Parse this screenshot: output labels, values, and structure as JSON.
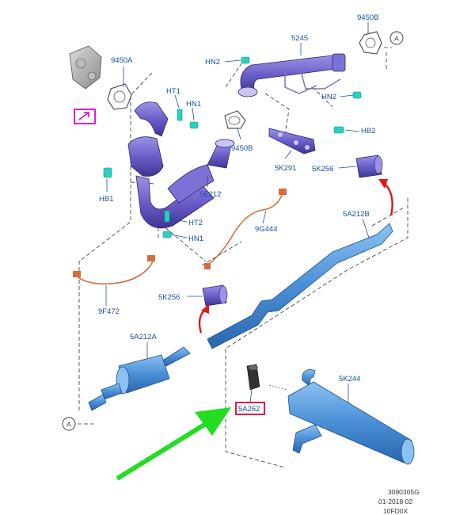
{
  "labels": {
    "p9450A": "9450A",
    "p9450B_top": "9450B",
    "p5245": "5245",
    "pHN2_left": "HN2",
    "pHN2_right": "HN2",
    "pHT1": "HT1",
    "pHN1_top": "HN1",
    "p9450B_mid": "9450B",
    "pHB2": "HB2",
    "p5K291": "5K291",
    "p5K256_top": "5K256",
    "pHB1": "HB1",
    "p5E212": "5E212",
    "pHT2": "HT2",
    "pHN1_bottom": "HN1",
    "p9G444": "9G444",
    "p5A212B": "5A212B",
    "p9F472": "9F472",
    "p5K256_bottom": "5K256",
    "p5A212A": "5A212A",
    "p5K244": "5K244",
    "p5A262": "5A262",
    "refA_top": "A",
    "refA_bottom": "A"
  },
  "footer": {
    "line1": "3090305G",
    "line2": "01-2018 02",
    "line3": "10FD0X"
  },
  "colors": {
    "label": "#1a4fa0",
    "highlight_box": "#e0003a",
    "magenta_icon": "#e020c8",
    "arrow_green": "#22dd22",
    "arrow_red": "#e01818",
    "pipe_purple": "#6a5fc9",
    "pipe_blue": "#4a8fd6",
    "fastener_teal": "#2ad0c0",
    "sensor_wire": "#d86a3a"
  }
}
